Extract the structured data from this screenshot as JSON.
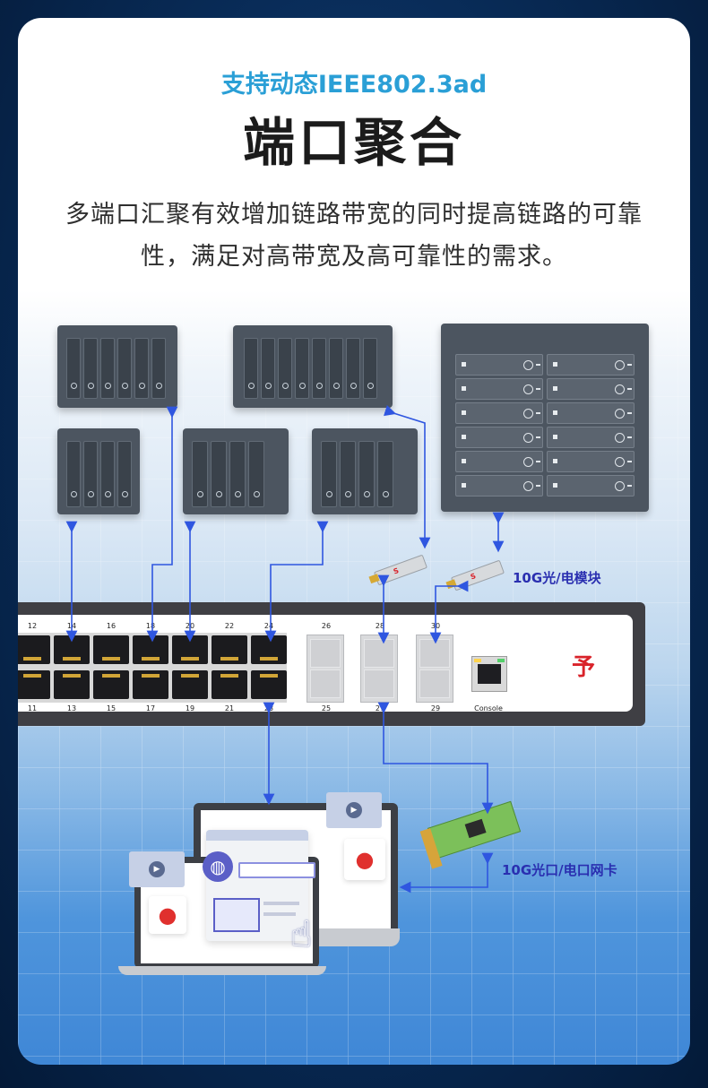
{
  "header": {
    "subtitle": "支持动态IEEE802.3ad",
    "title": "端口聚合",
    "description_line1": "多端口汇聚有效增加链路带宽的同时提高链路的可靠",
    "description_line2": "性，满足对高带宽及高可靠性的需求。"
  },
  "switch": {
    "top_ports": [
      "12",
      "14",
      "16",
      "18",
      "20",
      "22",
      "24"
    ],
    "bottom_ports": [
      "11",
      "13",
      "15",
      "17",
      "19",
      "21",
      "23"
    ],
    "sfp_top": [
      "26",
      "28",
      "30"
    ],
    "sfp_bottom": [
      "25",
      "27",
      "29"
    ],
    "console_label": "Console"
  },
  "labels": {
    "module_label": "10G光/电模块",
    "nic_label": "10G光口/电口网卡"
  },
  "colors": {
    "accent_title": "#2a9fd6",
    "link_line": "#2f56e0",
    "brand_red": "#d9232a"
  },
  "icons": {
    "play": "▶",
    "location": "●",
    "globe": "◍"
  }
}
